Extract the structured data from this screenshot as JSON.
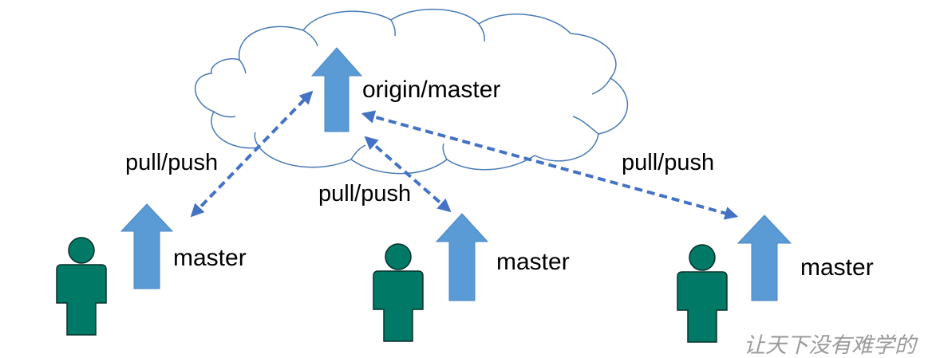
{
  "colors": {
    "cloud_stroke": "#4a7ab6",
    "branch_arrow_fill": "#5b9bd5",
    "branch_arrow_stroke": "#4a86c5",
    "dashed_arrow": "#4472c4",
    "person_fill": "#007a66",
    "person_stroke": "#0a2f2a",
    "watermark": "#9a9a9a"
  },
  "remote": {
    "label": "origin/master",
    "icon": "cloud-icon"
  },
  "clients": [
    {
      "branch_label": "master",
      "icon": "person-icon"
    },
    {
      "branch_label": "master",
      "icon": "person-icon"
    },
    {
      "branch_label": "master",
      "icon": "person-icon"
    }
  ],
  "links": [
    {
      "label": "pull/push"
    },
    {
      "label": "pull/push"
    },
    {
      "label": "pull/push"
    }
  ],
  "watermark": "让天下没有难学的"
}
